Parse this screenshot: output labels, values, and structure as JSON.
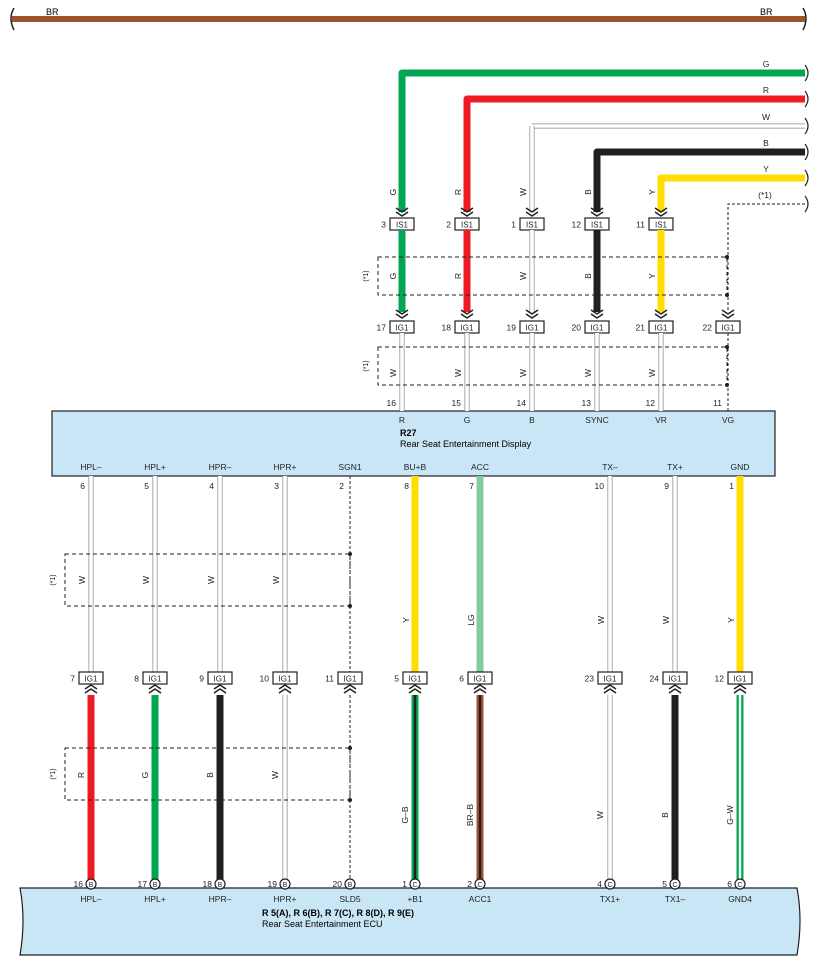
{
  "top_wire": {
    "left_label": "BR",
    "right_label": "BR",
    "color": "#a0522d"
  },
  "colors": {
    "G": "#00a651",
    "R": "#ed1c24",
    "B": "#231f20",
    "Y": "#ffdd00",
    "W": "#ffffff",
    "LG": "#7fcc9e",
    "BR": "#a0522d",
    "box_fill": "#c8e6f6"
  },
  "incoming_wires": [
    {
      "label": "G"
    },
    {
      "label": "R"
    },
    {
      "label": "W"
    },
    {
      "label": "B"
    },
    {
      "label": "Y"
    },
    {
      "label": "(*1)"
    }
  ],
  "is1_connectors": [
    {
      "pin": "3",
      "name": "IS1",
      "wire": "G"
    },
    {
      "pin": "2",
      "name": "IS1",
      "wire": "R"
    },
    {
      "pin": "1",
      "name": "IS1",
      "wire": "W"
    },
    {
      "pin": "12",
      "name": "IS1",
      "wire": "B"
    },
    {
      "pin": "11",
      "name": "IS1",
      "wire": "Y"
    }
  ],
  "ig1_top_connectors": [
    {
      "pin": "17",
      "name": "IG1",
      "wire": "G"
    },
    {
      "pin": "18",
      "name": "IG1",
      "wire": "R"
    },
    {
      "pin": "19",
      "name": "IG1",
      "wire": "W"
    },
    {
      "pin": "20",
      "name": "IG1",
      "wire": "B"
    },
    {
      "pin": "21",
      "name": "IG1",
      "wire": "Y"
    },
    {
      "pin": "22",
      "name": "IG1",
      "wire": ""
    }
  ],
  "shield_note": "(*1)",
  "display_inputs": [
    {
      "pin": "16",
      "name": "R",
      "wire": "W"
    },
    {
      "pin": "15",
      "name": "G",
      "wire": "W"
    },
    {
      "pin": "14",
      "name": "B",
      "wire": "W"
    },
    {
      "pin": "13",
      "name": "SYNC",
      "wire": "W"
    },
    {
      "pin": "12",
      "name": "VR",
      "wire": "W"
    },
    {
      "pin": "11",
      "name": "VG",
      "wire": ""
    }
  ],
  "display": {
    "id": "R27",
    "name": "Rear Seat Entertainment Display"
  },
  "display_outputs": [
    {
      "pin": "6",
      "name": "HPL–",
      "wire": "W",
      "ig1_pin": "7",
      "lower_wire": "R",
      "ecu_pin": "16",
      "ecu_conn": "B",
      "ecu_name": "HPL–"
    },
    {
      "pin": "5",
      "name": "HPL+",
      "wire": "W",
      "ig1_pin": "8",
      "lower_wire": "G",
      "ecu_pin": "17",
      "ecu_conn": "B",
      "ecu_name": "HPL+"
    },
    {
      "pin": "4",
      "name": "HPR–",
      "wire": "W",
      "ig1_pin": "9",
      "lower_wire": "B",
      "ecu_pin": "18",
      "ecu_conn": "B",
      "ecu_name": "HPR–"
    },
    {
      "pin": "3",
      "name": "HPR+",
      "wire": "W",
      "ig1_pin": "10",
      "lower_wire": "W",
      "ecu_pin": "19",
      "ecu_conn": "B",
      "ecu_name": "HPR+"
    },
    {
      "pin": "2",
      "name": "SGN1",
      "wire": "",
      "ig1_pin": "11",
      "lower_wire": "",
      "ecu_pin": "20",
      "ecu_conn": "B",
      "ecu_name": "SLD5"
    },
    {
      "pin": "8",
      "name": "BU+B",
      "wire": "Y",
      "ig1_pin": "5",
      "lower_wire": "G–B",
      "ecu_pin": "1",
      "ecu_conn": "C",
      "ecu_name": "+B1"
    },
    {
      "pin": "7",
      "name": "ACC",
      "wire": "LG",
      "ig1_pin": "6",
      "lower_wire": "BR–B",
      "ecu_pin": "2",
      "ecu_conn": "C",
      "ecu_name": "ACC1"
    },
    {
      "pin": "10",
      "name": "TX–",
      "wire": "W",
      "ig1_pin": "23",
      "lower_wire": "W",
      "ecu_pin": "4",
      "ecu_conn": "C",
      "ecu_name": "TX1+"
    },
    {
      "pin": "9",
      "name": "TX+",
      "wire": "W",
      "ig1_pin": "24",
      "lower_wire": "B",
      "ecu_pin": "5",
      "ecu_conn": "C",
      "ecu_name": "TX1–"
    },
    {
      "pin": "1",
      "name": "GND",
      "wire": "Y",
      "ig1_pin": "12",
      "lower_wire": "G–W",
      "ecu_pin": "6",
      "ecu_conn": "C",
      "ecu_name": "GND4"
    }
  ],
  "ig1_connector_name": "IG1",
  "ecu": {
    "id": "R 5(A), R 6(B), R 7(C), R 8(D), R 9(E)",
    "name": "Rear Seat Entertainment ECU"
  }
}
